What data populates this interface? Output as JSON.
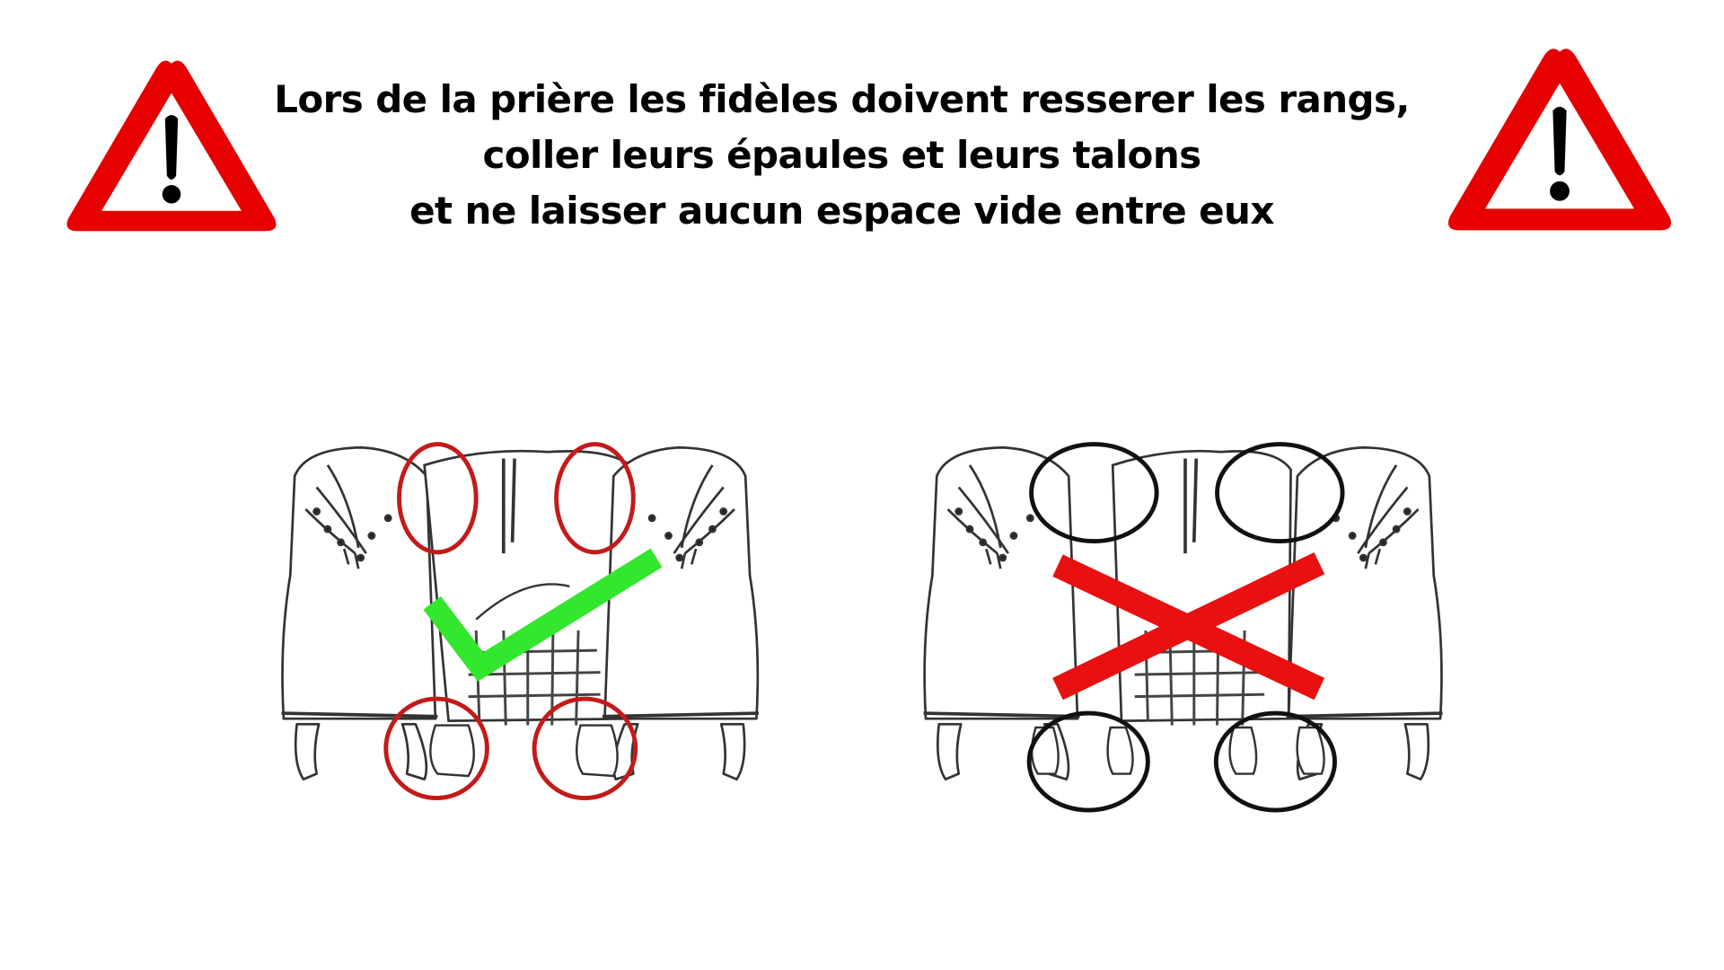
{
  "headline": {
    "lines": [
      "Lors de la prière les fidèles doivent resserer les rangs,",
      "coller leurs épaules et leurs talons",
      "et ne laisser aucun espace vide entre eux"
    ]
  },
  "icons": {
    "left": "warning-triangle-icon",
    "right": "warning-triangle-icon"
  },
  "panels": [
    {
      "id": "correct",
      "mark": "checkmark",
      "mark_color": "#33e62e",
      "circle_color": "#c41a1a",
      "meaning": "shoulders and heels touching"
    },
    {
      "id": "incorrect",
      "mark": "cross",
      "mark_color": "#e81010",
      "circle_color": "#111111",
      "meaning": "gaps between shoulders and heels"
    }
  ],
  "colors": {
    "warning_red": "#e60000",
    "text": "#000000",
    "background": "#ffffff"
  }
}
